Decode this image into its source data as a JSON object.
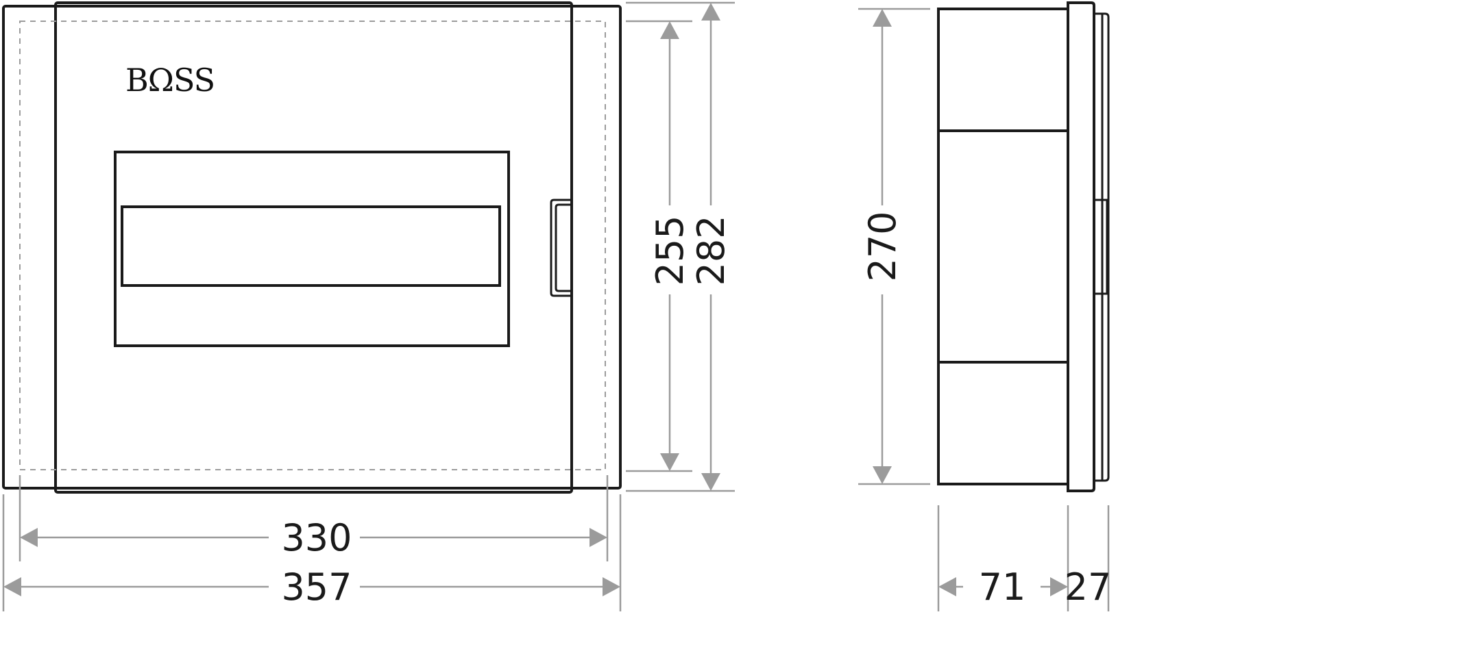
{
  "brand": {
    "logo_text": "BΩSS"
  },
  "dimensions": {
    "inner_width": "330",
    "outer_width": "357",
    "inner_height": "255",
    "outer_height": "282",
    "side_height": "270",
    "side_depth": "71",
    "cover_depth": "27"
  },
  "colors": {
    "outline": "#1a1a1a",
    "dimension_line": "#9b9b9b",
    "background": "#ffffff"
  }
}
